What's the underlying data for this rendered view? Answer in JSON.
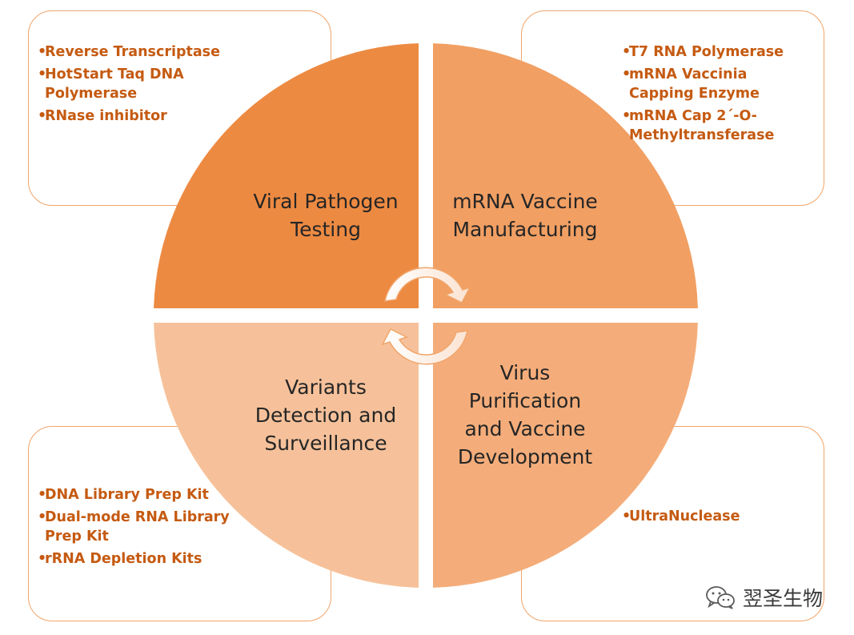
{
  "colors": {
    "quadrant_top_left": "#ed8a42",
    "quadrant_top_right": "#f19f63",
    "quadrant_bottom_left": "#f6c19a",
    "quadrant_bottom_right": "#f4ad7a",
    "item_text": "#c55a11",
    "label_text": "#262626",
    "card_border": "#f1a56a"
  },
  "quadrants": {
    "top_left": {
      "label_lines": [
        "Viral Pathogen",
        "Testing"
      ],
      "items": [
        "Reverse Transcriptase",
        "HotStart Taq DNA Polymerase",
        "RNase inhibitor"
      ]
    },
    "top_right": {
      "label_lines": [
        "mRNA Vaccine",
        "Manufacturing"
      ],
      "items": [
        "T7 RNA Polymerase",
        "mRNA Vaccinia Capping Enzyme",
        "mRNA Cap 2´-O-Methyltransferase"
      ]
    },
    "bottom_left": {
      "label_lines": [
        "Variants",
        "Detection and",
        "Surveillance"
      ],
      "items": [
        "DNA Library Prep Kit",
        "Dual-mode RNA Library Prep Kit",
        "rRNA Depletion Kits"
      ]
    },
    "bottom_right": {
      "label_lines": [
        "Virus",
        "Purification",
        "and Vaccine",
        "Development"
      ],
      "items": [
        "UltraNuclease"
      ]
    }
  },
  "bullet_char": "•",
  "watermark": {
    "icon": "wechat-icon",
    "text": "翌圣生物"
  }
}
